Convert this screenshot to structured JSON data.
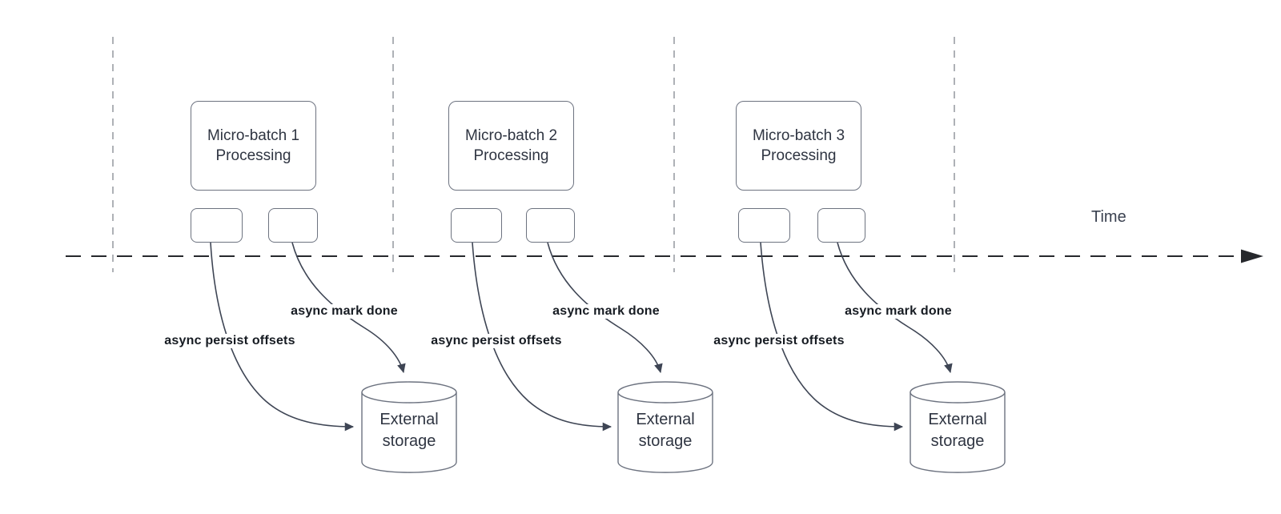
{
  "diagram": {
    "time_label": "Time",
    "batches": [
      {
        "name": "Micro-batch 1 Processing",
        "persist_label": "async persist offsets",
        "done_label": "async mark done",
        "storage_label": "External storage"
      },
      {
        "name": "Micro-batch 2 Processing",
        "persist_label": "async persist offsets",
        "done_label": "async mark done",
        "storage_label": "External storage"
      },
      {
        "name": "Micro-batch 3 Processing",
        "persist_label": "async persist offsets",
        "done_label": "async mark done",
        "storage_label": "External storage"
      }
    ],
    "colors": {
      "curve": "#3e4554",
      "node_border": "#6d7380",
      "guide": "#aeb1b6",
      "axis": "#26282c",
      "bold_label": "#161b22",
      "node_text": "#2f3542"
    }
  }
}
